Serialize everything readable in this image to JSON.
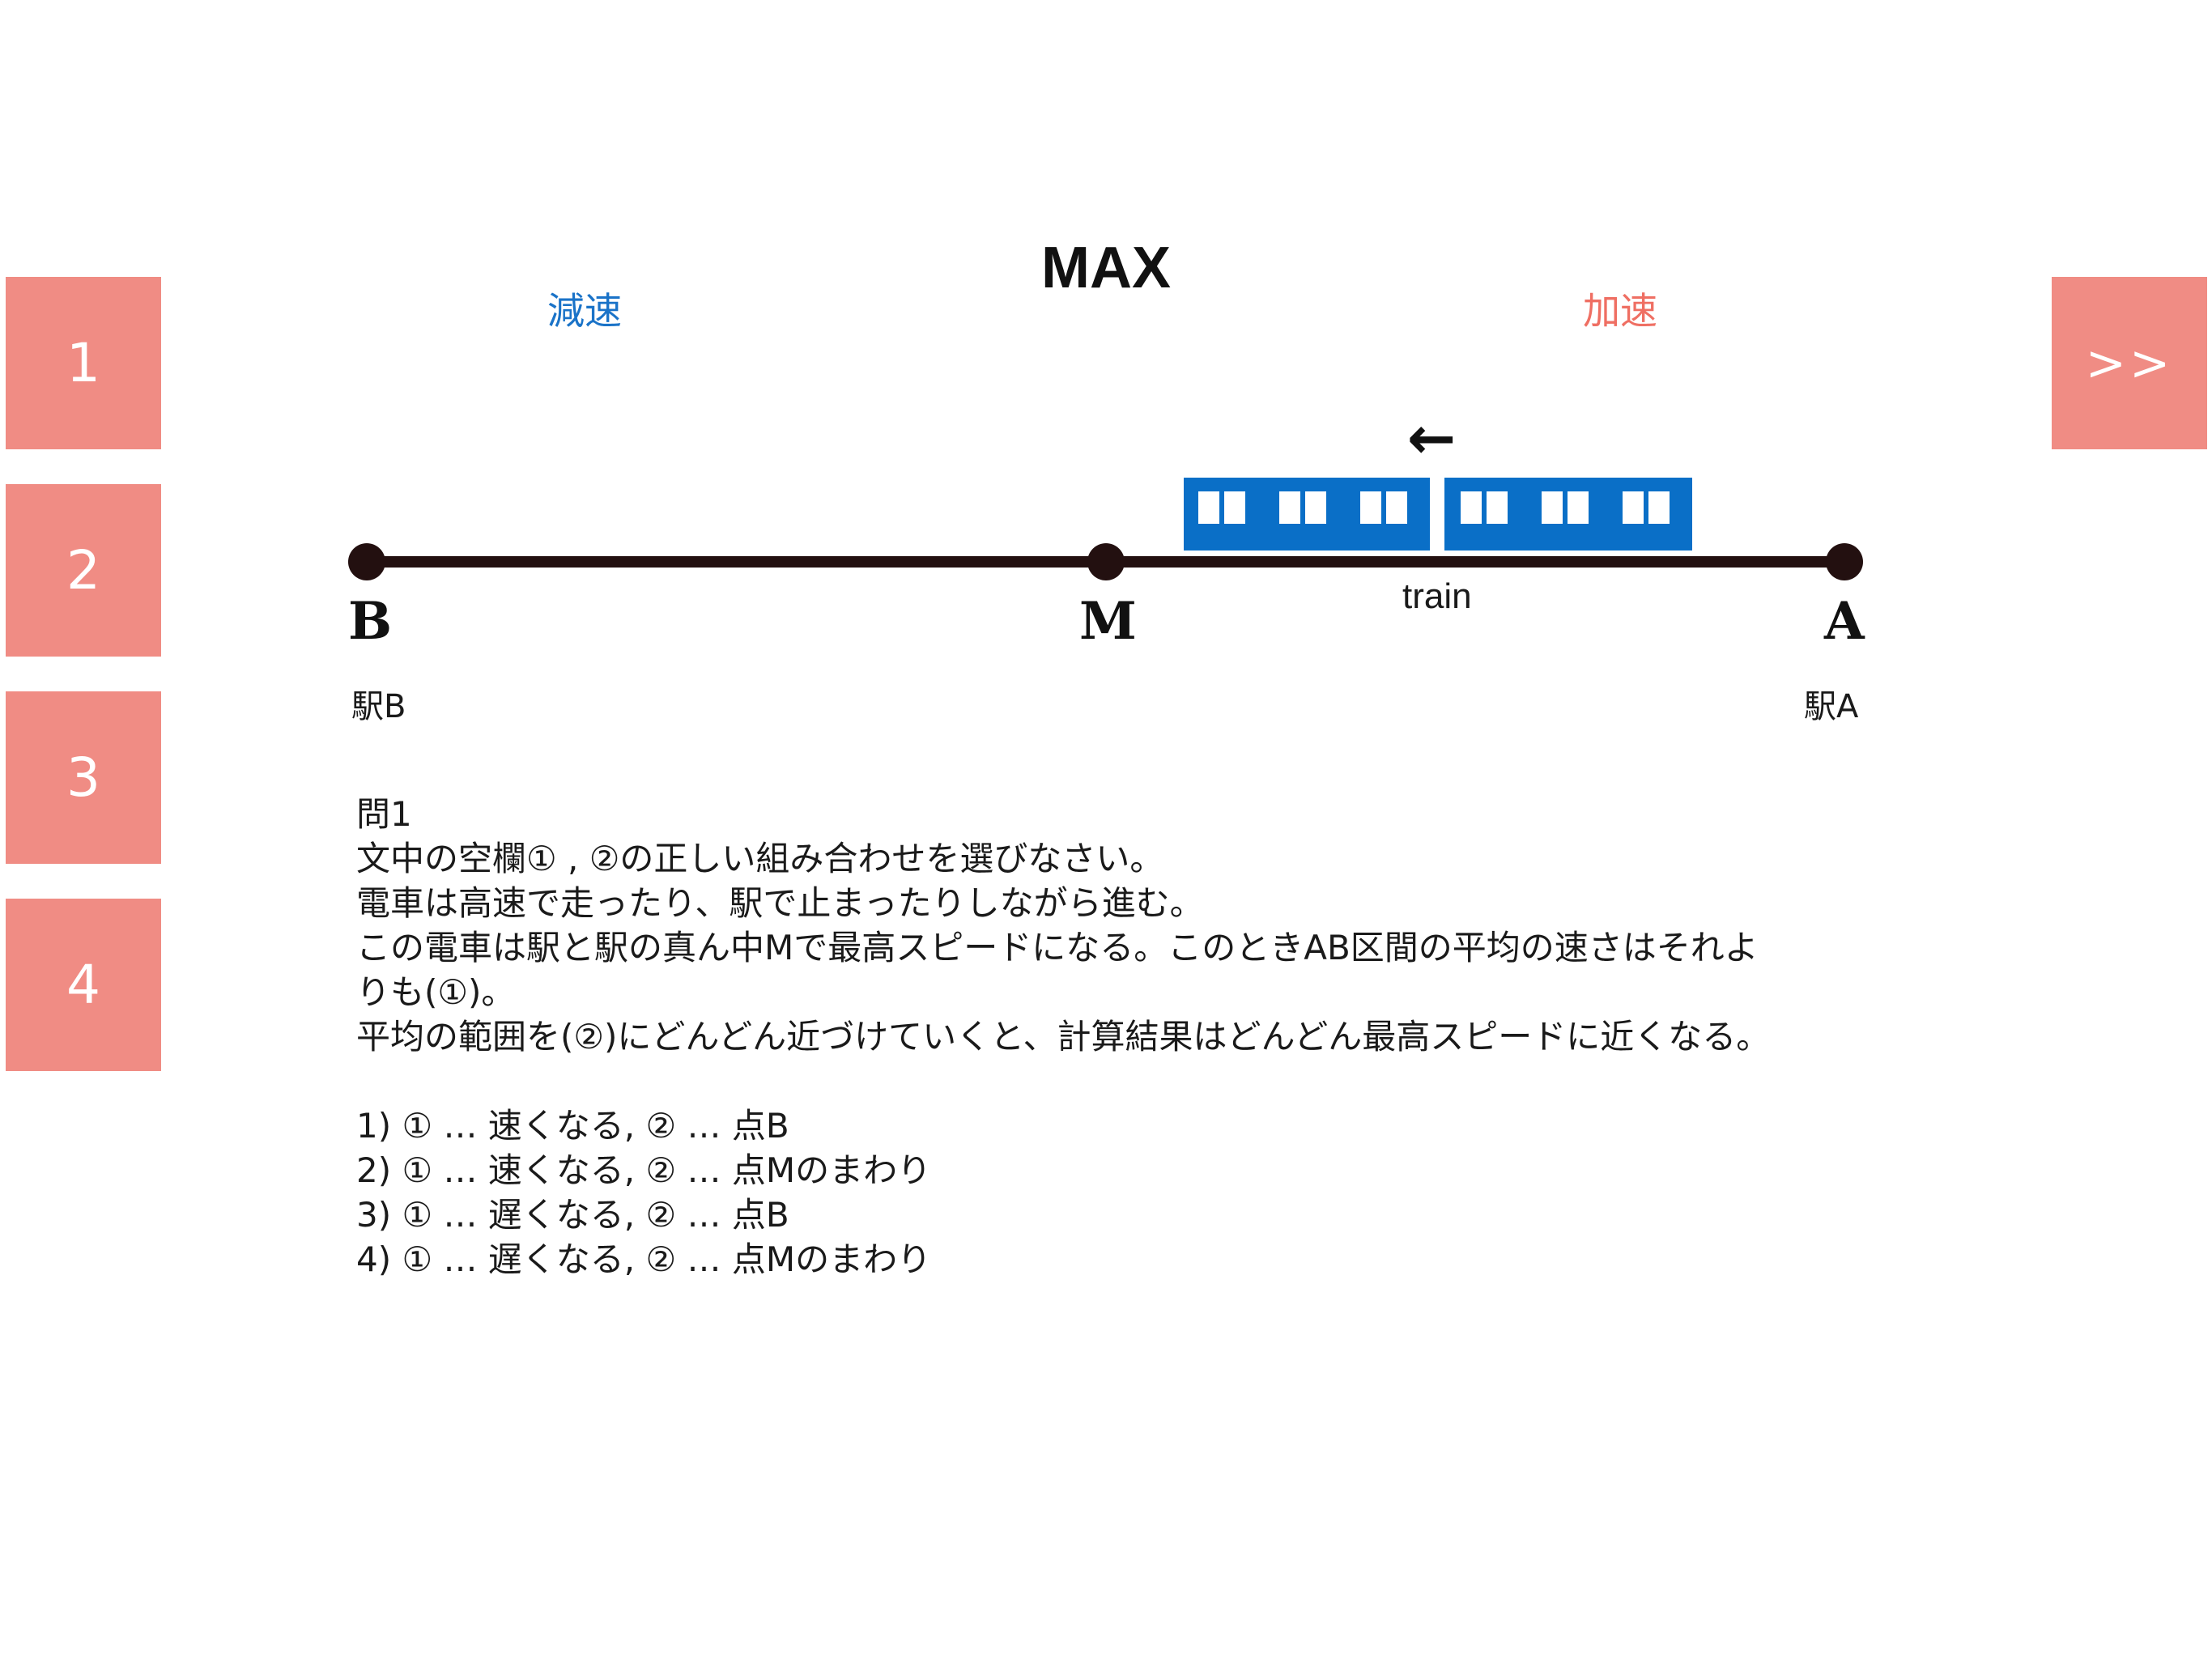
{
  "answer_buttons": [
    "1",
    "2",
    "3",
    "4"
  ],
  "next_button": ">>",
  "diagram": {
    "max_label": "MAX",
    "decel_label": "減速",
    "accel_label": "加速",
    "station_b_letter": "B",
    "midpoint_letter": "M",
    "station_a_letter": "A",
    "station_b_name": "駅B",
    "station_a_name": "駅A",
    "train_label": "train",
    "arrow_glyph": "←",
    "track_color": "#231010",
    "train_color": "#0a6fc7"
  },
  "question": {
    "number": "問1",
    "lines": [
      "文中の空欄① , ②の正しい組み合わせを選びなさい。",
      "電車は高速で走ったり、駅で止まったりしながら進む。",
      "この電車は駅と駅の真ん中Mで最高スピードになる。このときAB区間の平均の速さはそれよ",
      "りも(①)。",
      "平均の範囲を(②)にどんどん近づけていくと、計算結果はどんどん最高スピードに近くなる。"
    ],
    "options": [
      "1) ① … 速くなる, ② … 点B",
      "2) ① … 速くなる, ② … 点Mのまわり",
      "3) ① … 遅くなる, ② … 点B",
      "4) ① … 遅くなる, ② … 点Mのまわり"
    ]
  }
}
